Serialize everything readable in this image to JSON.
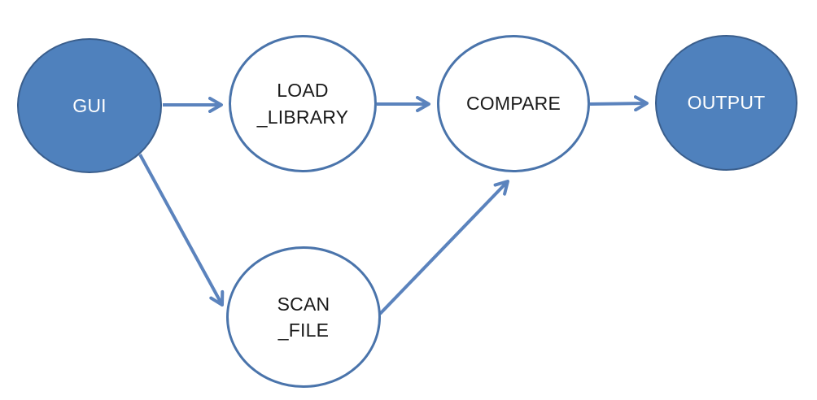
{
  "diagram": {
    "type": "flow-diagram",
    "nodes": [
      {
        "id": "gui",
        "label": "GUI",
        "style": "filled"
      },
      {
        "id": "load_library",
        "label": "LOAD\n_LIBRARY",
        "style": "outline"
      },
      {
        "id": "compare",
        "label": "COMPARE",
        "style": "outline"
      },
      {
        "id": "output",
        "label": "OUTPUT",
        "style": "filled"
      },
      {
        "id": "scan_file",
        "label": "SCAN\n_FILE",
        "style": "outline"
      }
    ],
    "edges": [
      {
        "from": "gui",
        "to": "load_library"
      },
      {
        "from": "load_library",
        "to": "compare"
      },
      {
        "from": "compare",
        "to": "output"
      },
      {
        "from": "gui",
        "to": "scan_file"
      },
      {
        "from": "scan_file",
        "to": "compare"
      }
    ],
    "colors": {
      "node_fill": "#4f81bd",
      "node_filled_border": "#3a5e8c",
      "node_outline_border": "#4a74ab",
      "arrow": "#5b83bd",
      "text_dark": "#1a1a1a",
      "text_light": "#ffffff"
    }
  }
}
